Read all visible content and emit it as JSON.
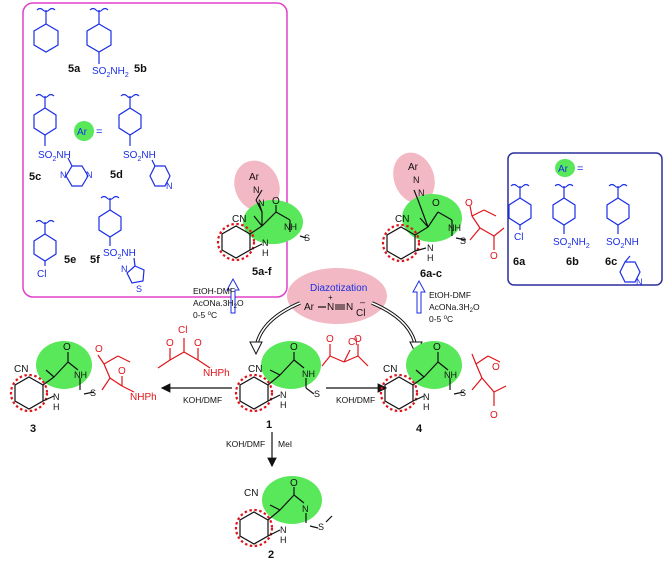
{
  "colors": {
    "black": "#111111",
    "blue": "#1a2ee6",
    "red": "#e0141b",
    "green_fill": "#58e85a",
    "pink_fill": "#f2b8c4",
    "magenta_border": "#e040c8",
    "navy_border": "#2b2f9e"
  },
  "left_panel": {
    "ar_label": "Ar",
    "ar_eq": "=",
    "compounds": [
      {
        "label": "5a"
      },
      {
        "label": "5b",
        "substituent": "SO",
        "sub2": "2",
        "tail": "NH",
        "tail2": "2"
      },
      {
        "label": "5c",
        "substituent": "SO",
        "sub2": "2",
        "tail": "NH"
      },
      {
        "label": "5d",
        "substituent": "SO",
        "sub2": "2",
        "tail": "NH"
      },
      {
        "label": "5e",
        "substituent": "Cl"
      },
      {
        "label": "5f",
        "substituent": "SO",
        "sub2": "2",
        "tail": "NH",
        "het_n": "N",
        "het_s": "S"
      }
    ],
    "pyrimidine_n1": "N",
    "pyrimidine_n2": "N",
    "pyridine_n": "N"
  },
  "right_panel": {
    "ar_label": "Ar",
    "ar_eq": "=",
    "compounds": [
      {
        "label": "6a",
        "substituent": "Cl"
      },
      {
        "label": "6b",
        "substituent": "SO",
        "sub2": "2",
        "tail": "NH",
        "tail2": "2"
      },
      {
        "label": "6c",
        "substituent": "SO",
        "sub2": "2",
        "tail": "NH",
        "het_n": "N"
      }
    ]
  },
  "diazo": {
    "title": "Diazotization",
    "ar": "Ar",
    "n1": "N",
    "n2": "N",
    "plus": "+",
    "minus": "–",
    "cl": "Cl"
  },
  "structures": {
    "cn": "CN",
    "o": "O",
    "nh": "NH",
    "nh_h": "N",
    "h": "H",
    "s": "S",
    "n": "N",
    "ar": "Ar",
    "nhph": "NHPh",
    "cl": "Cl"
  },
  "labels": {
    "c1": "1",
    "c2": "2",
    "c3": "3",
    "c4": "4",
    "c5": "5a-f",
    "c6": "6a-c"
  },
  "conditions": {
    "diazo_left": [
      "EtOH-DMF",
      "AcONa.3H",
      "2",
      "O",
      "0-5 ",
      "o",
      "C"
    ],
    "koh_dmf": "KOH/DMF",
    "mei": "MeI"
  }
}
